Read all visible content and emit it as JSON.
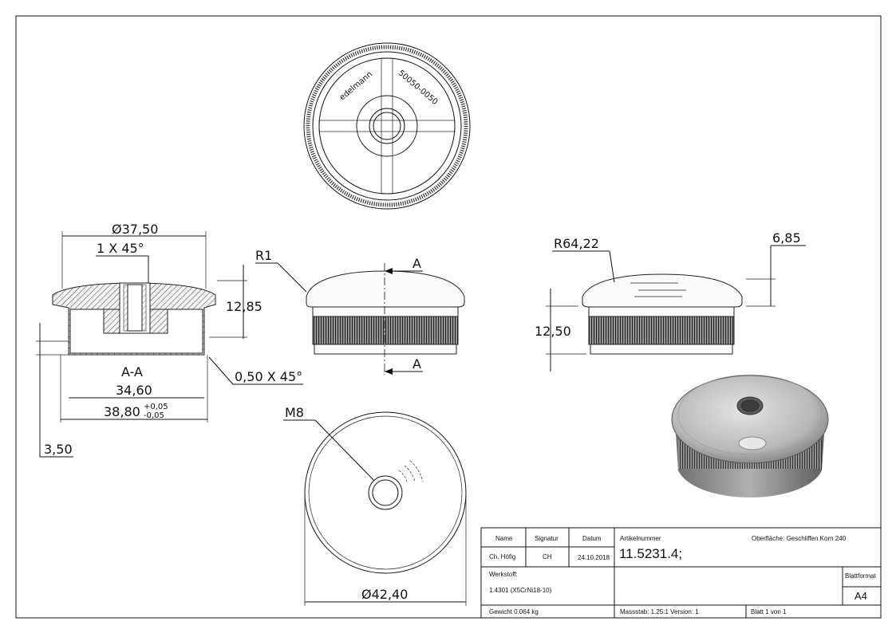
{
  "dimensions": {
    "dia_37_50": "Ø37,50",
    "chamfer_1x45": "1 X 45°",
    "h_12_85": "12,85",
    "section_label": "A-A",
    "w_34_60": "34,60",
    "w_38_80": "38,80",
    "tol_upper": "+0,05",
    "tol_lower": "-0,05",
    "h_3_50": "3,50",
    "chamfer_0_50": "0,50 X 45°",
    "radius_r1": "R1",
    "section_mark_top": "A",
    "section_mark_bottom": "A",
    "radius_r64": "R64,22",
    "h_6_85": "6,85",
    "h_12_50": "12,50",
    "thread_m8": "M8",
    "dia_42_40": "Ø42,40"
  },
  "engraving": {
    "left": "edelmann",
    "right": "50050-0050"
  },
  "title_block": {
    "h_name": "Name",
    "h_signatur": "Signatur",
    "h_datum": "Datum",
    "h_artikel": "Artikelnummer",
    "oberflaeche": "Oberfläche:  Geschliffen Korn 240",
    "name": "Ch. Höfig",
    "signatur": "CH",
    "datum": "24.10.2018",
    "artikelnummer": "11.5231.4;",
    "werkstoff_label": "Werkstoff:",
    "werkstoff": "1.4301 (X5CrNi18-10)",
    "blattformat_label": "Blattformat",
    "blattformat": "A4",
    "gewicht": "Gewicht 0.064 kg",
    "massstab": "Massstab: 1.25:1    Version: 1",
    "blatt": "Blatt 1 von 1"
  }
}
